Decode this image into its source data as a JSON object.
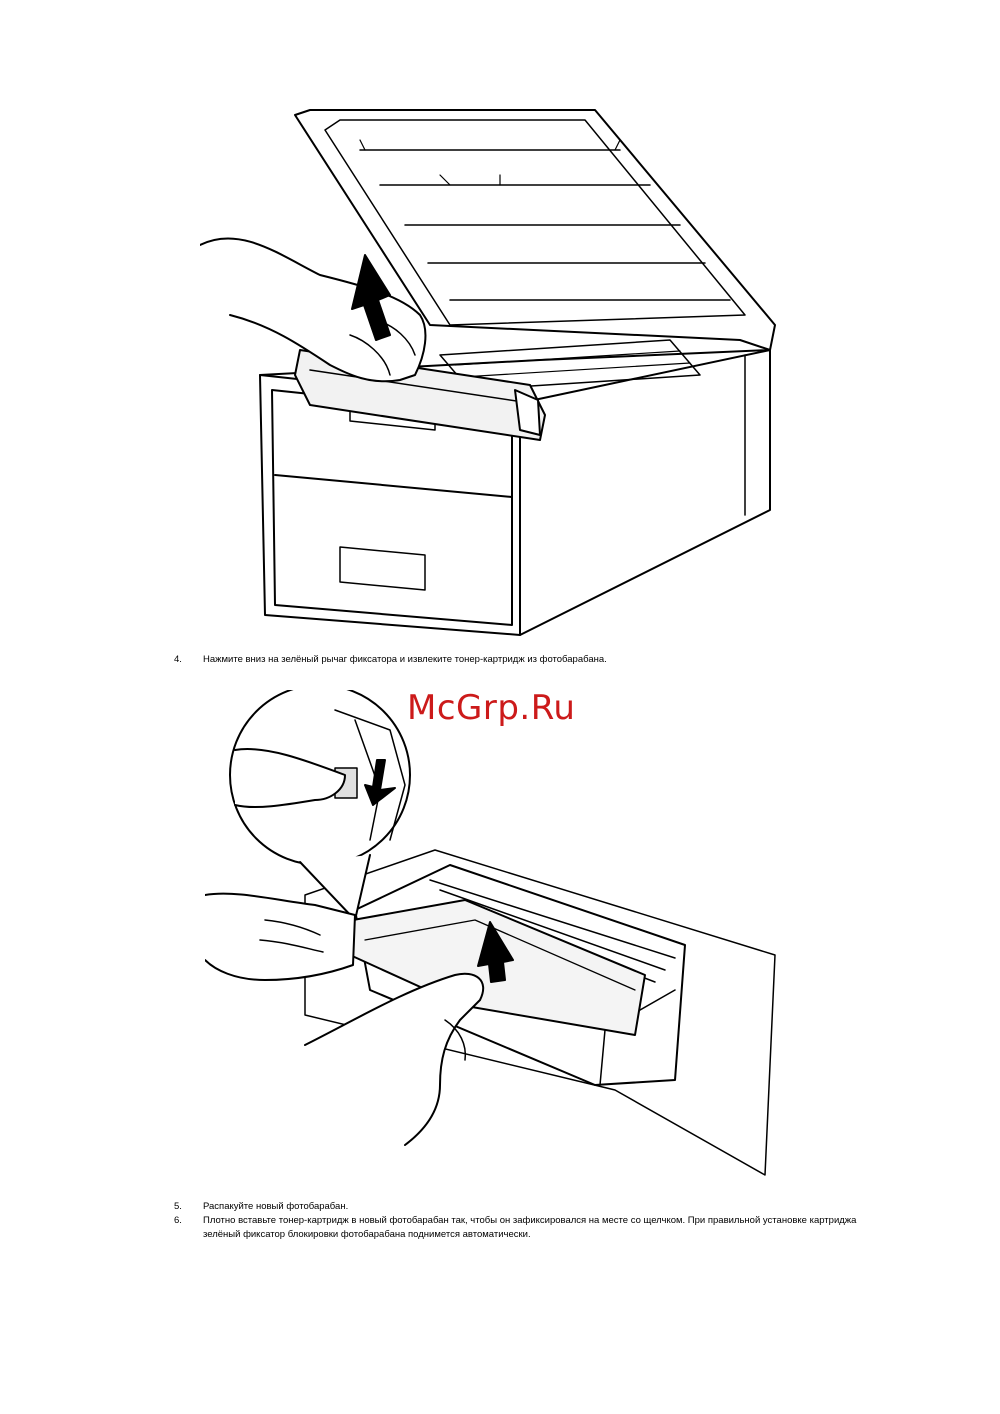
{
  "watermark": "McGrp.Ru",
  "steps": [
    {
      "num": "4.",
      "text": "Нажмите вниз на зелёный рычаг фиксатора и извлеките тонер-картридж из фотобарабана."
    },
    {
      "num": "5.",
      "text": "Распакуйте новый фотобарабан."
    },
    {
      "num": "6.",
      "text": "Плотно вставьте тонер-картридж в новый фотобарабан так, чтобы он зафиксировался на месте со щелчком. При правильной установке картриджа",
      "text2": "зелёный фиксатор блокировки фотобарабана поднимется автоматически."
    }
  ],
  "figures": [
    {
      "icon": "printer-open-lid-illustration"
    },
    {
      "icon": "drum-unit-separation-illustration"
    }
  ]
}
